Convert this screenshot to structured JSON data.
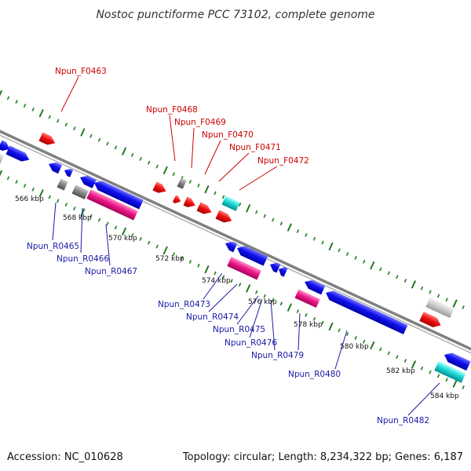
{
  "title": "Nostoc punctiforme PCC 73102, complete genome",
  "footer": {
    "accession": "Accession: NC_010628",
    "topology": "Topology: circular; Length: 8,234,322 bp; Genes: 6,187"
  },
  "ticks": [
    "566 kbp",
    "568 kbp",
    "570 kbp",
    "572 kbp",
    "574 kbp",
    "576 kbp",
    "578 kbp",
    "580 kbp",
    "582 kbp",
    "584 kbp"
  ],
  "forward_labels": [
    "Npun_F0463",
    "Npun_F0468",
    "Npun_F0469",
    "Npun_F0470",
    "Npun_F0471",
    "Npun_F0472"
  ],
  "reverse_labels": [
    "Npun_R0465",
    "Npun_R0466",
    "Npun_R0467",
    "Npun_R0473",
    "Npun_R0474",
    "Npun_R0475",
    "Npun_R0476",
    "Npun_R0479",
    "Npun_R0480",
    "Npun_R0482"
  ],
  "colors": {
    "backbone": "#808080",
    "forward_label": "#cc0000",
    "reverse_label": "#1a1aa6",
    "red_gene": "#e60000",
    "blue_gene": "#0000e6",
    "magenta_gene": "#e6007a",
    "cyan_gene": "#00c8c8",
    "gray_gene": "#808080",
    "lightgray_gene": "#c0c0c0",
    "dot_track": "#2e8b2e"
  }
}
